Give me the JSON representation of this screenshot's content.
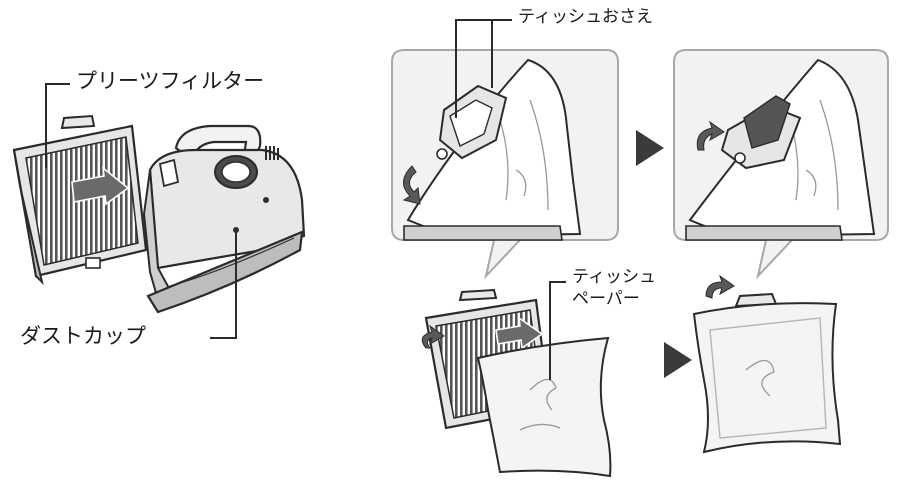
{
  "labels": {
    "pleated_filter": "プリーツフィルター",
    "dust_cup": "ダストカップ",
    "tissue_holder": "ティッシュおさえ",
    "tissue_paper_line1": "ティッシュ",
    "tissue_paper_line2": "ペーパー"
  },
  "icons": {
    "step_arrow_1": "play-triangle-icon",
    "step_arrow_2": "play-triangle-icon",
    "rotate_arrow": "curved-arrow-icon"
  },
  "colors": {
    "line": "#2b2b2b",
    "callout_fill": "#f2f2f2",
    "callout_border": "#a8a8a8",
    "part_fill": "#e6e6e6",
    "part_dark": "#4a4a4a",
    "arrow_fill": "#595959",
    "step_arrow": "#3a3a3a",
    "paper_fill": "#f4f4f4"
  }
}
